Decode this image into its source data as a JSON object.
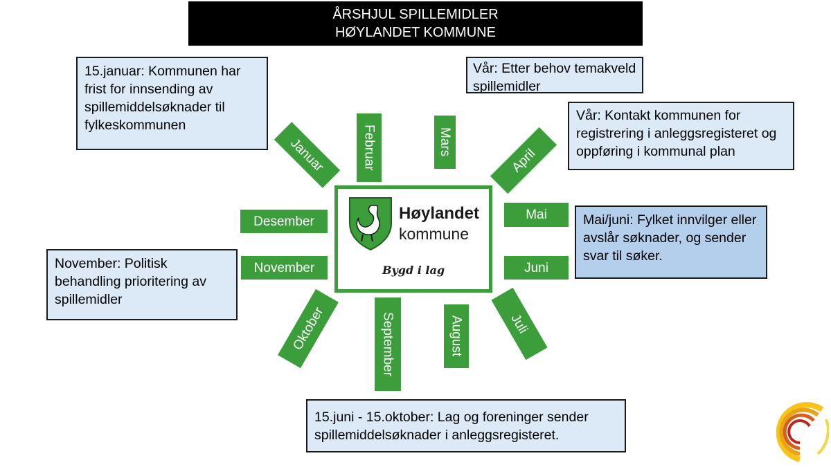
{
  "header": {
    "title_line1": "ÅRSHJUL SPILLEMIDLER",
    "title_line2": "HØYLANDET KOMMUNE"
  },
  "notes": {
    "january": "15.januar: Kommunen har frist for innsending av spillemiddelsøknader til fylkeskommunen",
    "spring_meeting": "Vår: Etter behov temakveld spillemidler",
    "spring_contact": "Vår: Kontakt kommunen for registrering i anleggsregisteret og oppføring i kommunal plan",
    "may_june": "Mai/juni: Fylket innvilger eller avslår søknader, og sender svar til søker.",
    "november": "November: Politisk behandling prioritering av spillemidler",
    "june_october": "15.juni  - 15.oktober: Lag og foreninger sender spillemiddelsøknader i anleggsregisteret."
  },
  "months": {
    "jan": "Januar",
    "feb": "Februar",
    "mar": "Mars",
    "apr": "April",
    "may": "Mai",
    "jun": "Juni",
    "jul": "Juli",
    "aug": "August",
    "sep": "September",
    "oct": "Oktober",
    "nov": "November",
    "dec": "Desember"
  },
  "center": {
    "name": "Høylandet",
    "sub": "kommune",
    "slogan": "Bygd i lag"
  },
  "colors": {
    "month_green": "#3b9e3b",
    "note_blue": "#dce9f6",
    "note_blue_dark": "#b4cfec",
    "title_black": "#000000"
  },
  "icons": {
    "logo": "swan-shield-icon",
    "corner": "arc-rings-icon"
  }
}
